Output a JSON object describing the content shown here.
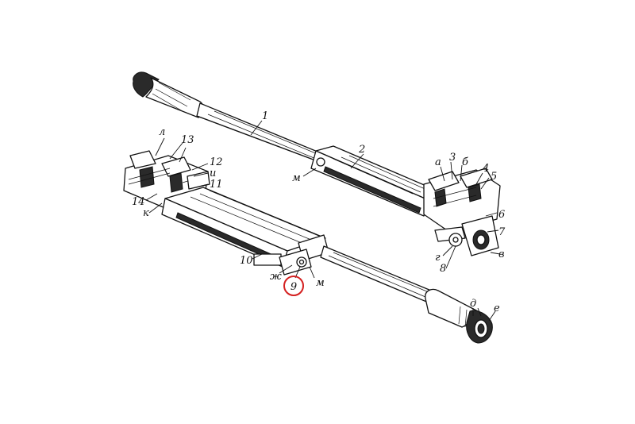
{
  "labels": {
    "n1": "1",
    "n2": "2",
    "n3": "3",
    "n4": "4",
    "n5": "5",
    "n6": "6",
    "n7": "7",
    "n8": "8",
    "n9": "9",
    "n10": "10",
    "n11": "11",
    "n12": "12",
    "n13": "13",
    "n14": "14",
    "a": "а",
    "b": "б",
    "v": "в",
    "g": "г",
    "d": "д",
    "e": "е",
    "zh": "ж",
    "i": "и",
    "k": "к",
    "l": "л",
    "m_top": "м",
    "m_bottom": "м"
  },
  "highlight": {
    "color": "#d42020",
    "label": "9"
  }
}
